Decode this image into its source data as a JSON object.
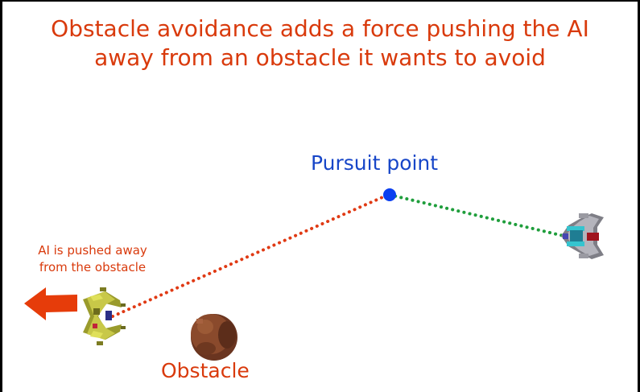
{
  "title": {
    "line1": "Obstacle avoidance adds a force pushing the AI",
    "line2": "away from an obstacle it wants to avoid"
  },
  "labels": {
    "pursuit_point": "Pursuit point",
    "pushed_line1": "AI is pushed away",
    "pushed_line2": "from the obstacle",
    "obstacle": "Obstacle"
  },
  "colors": {
    "title": "#d93a0c",
    "pursuit_label": "#1746c8",
    "pursuit_dot": "#0b3ff0",
    "ai_path": "#e03a14",
    "target_path": "#1f9e3c",
    "push_arrow": "#e63c0a",
    "obstacle": "#7a3d22"
  },
  "icons": {
    "ai_ship": "ai-ship-icon",
    "target_ship": "target-ship-icon",
    "obstacle": "asteroid-icon",
    "push_arrow": "arrow-left-icon"
  }
}
